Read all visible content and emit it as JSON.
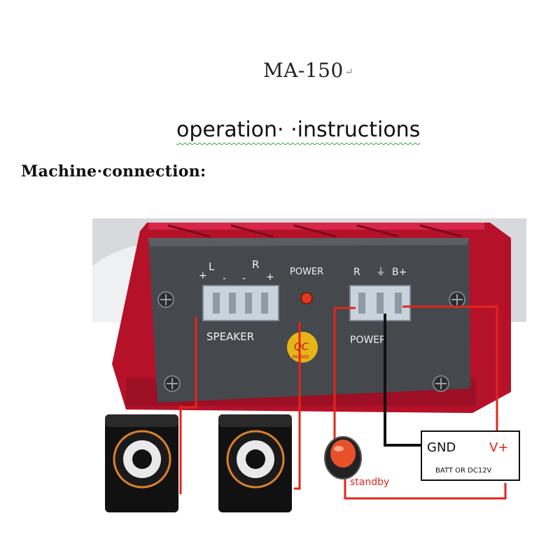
{
  "document": {
    "model_title": "MA-150",
    "subtitle": "operation· ·instructions",
    "section_heading": "Machine·connection:"
  },
  "amplifier": {
    "speaker_terminal_label": "SPEAKER",
    "speaker_channel_left": "L",
    "speaker_channel_right": "R",
    "speaker_polarity": [
      "+",
      "-",
      "-",
      "+"
    ],
    "power_led_label": "POWER",
    "power_terminal_label": "POWER",
    "power_pin_labels": [
      "R",
      "⏚",
      "B+"
    ],
    "qc_badge": "QC"
  },
  "wiring": {
    "gnd_label": "GND",
    "vplus_label": "V+",
    "battery_label": "BATT OR DC12V",
    "switch_label": "standby",
    "wire_red": "#e5241b",
    "wire_black": "#111111"
  },
  "colors": {
    "heatsink_red": "#c8152c",
    "panel_gray": "#4a4d52",
    "speaker_body": "#111111",
    "speaker_ring": "#d9822b",
    "switch_red": "#e8502a"
  }
}
